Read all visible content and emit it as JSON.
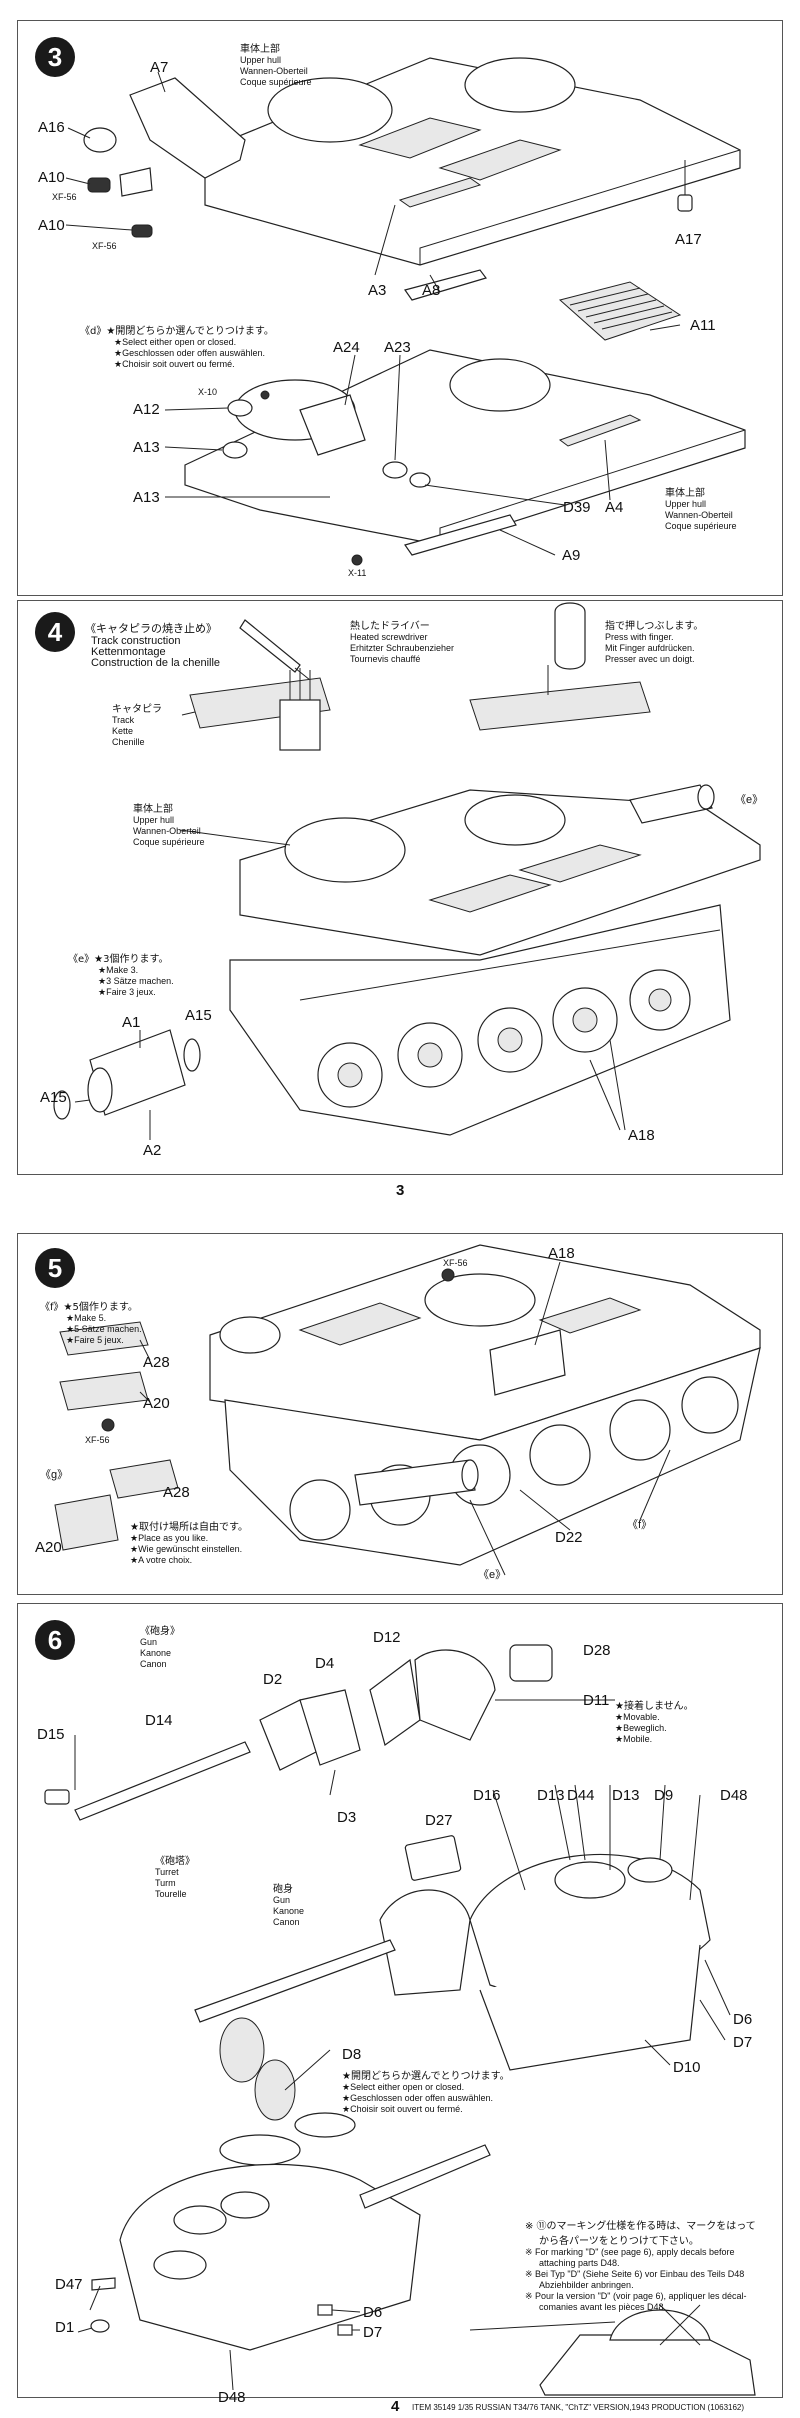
{
  "step3": {
    "number": "3",
    "hull_label": {
      "jp": "車体上部",
      "en": "Upper hull",
      "de": "Wannen-Oberteil",
      "fr": "Coque supérieure"
    },
    "hull_label2": {
      "jp": "車体上部",
      "en": "Upper hull",
      "de": "Wannen-Oberteil",
      "fr": "Coque supérieure"
    },
    "parts": {
      "a7": "A7",
      "a16": "A16",
      "a10a": "A10",
      "a10b": "A10",
      "a17": "A17",
      "a3": "A3",
      "a8": "A8",
      "a11": "A11",
      "a24": "A24",
      "a23": "A23",
      "a12": "A12",
      "a13a": "A13",
      "a13b": "A13",
      "d39": "D39",
      "a4": "A4",
      "a9": "A9"
    },
    "paints": {
      "p1": "XF-56",
      "p2": "XF-56",
      "p3": "X-10",
      "p4": "X-11"
    },
    "note_d": {
      "marker": "《d》",
      "jp": "★開閉どちらか選んでとりつけます。",
      "en": "★Select either open or closed.",
      "de": "★Geschlossen oder offen auswählen.",
      "fr": "★Choisir soit ouvert ou fermé."
    }
  },
  "step4": {
    "number": "4",
    "title": {
      "jp": "《キャタピラの焼き止め》",
      "en": "Track construction",
      "de": "Kettenmontage",
      "fr": "Construction de la chenille"
    },
    "screwdriver": {
      "jp": "熱したドライバー",
      "en": "Heated screwdriver",
      "de": "Erhitzter Schraubenzieher",
      "fr": "Tournevis chauffé"
    },
    "finger": {
      "jp": "指で押しつぶします。",
      "en": "Press with finger.",
      "de": "Mit Finger aufdrücken.",
      "fr": "Presser avec un doigt."
    },
    "track": {
      "jp": "キャタピラ",
      "en": "Track",
      "de": "Kette",
      "fr": "Chenille"
    },
    "hull": {
      "jp": "車体上部",
      "en": "Upper hull",
      "de": "Wannen-Oberteil",
      "fr": "Coque supérieure"
    },
    "make3": {
      "marker": "《e》",
      "jp": "★3個作ります。",
      "en": "★Make 3.",
      "de": "★3 Sätze machen.",
      "fr": "★Faire 3 jeux."
    },
    "e_marker": "《e》",
    "parts": {
      "a1": "A1",
      "a15a": "A15",
      "a15b": "A15",
      "a2": "A2",
      "a18": "A18"
    }
  },
  "page3": "3",
  "step5": {
    "number": "5",
    "make5": {
      "marker": "《f》",
      "jp": "★5個作ります。",
      "en": "★Make 5.",
      "de": "★5 Sätze machen.",
      "fr": "★Faire 5 jeux."
    },
    "place": {
      "marker": "《g》",
      "jp": "★取付け場所は自由です。",
      "en": "★Place as you like.",
      "de": "★Wie gewünscht einstellen.",
      "fr": "★A votre choix."
    },
    "parts": {
      "a18": "A18",
      "a28a": "A28",
      "a20a": "A20",
      "a28b": "A28",
      "a20b": "A20",
      "d22": "D22"
    },
    "paints": {
      "p1": "XF-56",
      "p2": "XF-56"
    },
    "markers": {
      "f": "《f》",
      "e": "《e》"
    }
  },
  "step6": {
    "number": "6",
    "gun": {
      "jp": "《砲身》",
      "en": "Gun",
      "de": "Kanone",
      "fr": "Canon"
    },
    "turret": {
      "jp": "《砲塔》",
      "en": "Turret",
      "de": "Turm",
      "fr": "Tourelle"
    },
    "gun2": {
      "jp": "砲身",
      "en": "Gun",
      "de": "Kanone",
      "fr": "Canon"
    },
    "movable": {
      "jp": "★接着しません。",
      "en": "★Movable.",
      "de": "★Beweglich.",
      "fr": "★Mobile."
    },
    "openclosed": {
      "jp": "★開閉どちらか選んでとりつけます。",
      "en": "★Select either open or closed.",
      "de": "★Geschlossen oder offen auswählen.",
      "fr": "★Choisir soit ouvert ou fermé."
    },
    "marking_note": {
      "l1": "※ ⑪のマーキング仕様を作る時は、マークをはって",
      "l2": "から各パーツをとりつけて下さい。",
      "l3": "※ For marking \"D\" (see page 6), apply decals before",
      "l4": "attaching parts D48.",
      "l5": "※ Bei Typ \"D\" (Siehe Seite 6) vor Einbau des Teils D48",
      "l6": "Abziehbilder anbringen.",
      "l7": "※ Pour la version \"D\" (voir page 6), appliquer les décal-",
      "l8": "comanies avant les pièces D48."
    },
    "parts": {
      "d12": "D12",
      "d28": "D28",
      "d2": "D2",
      "d4": "D4",
      "d14": "D14",
      "d11": "D11",
      "d15": "D15",
      "d3": "D3",
      "d16": "D16",
      "d13a": "D13",
      "d44": "D44",
      "d13b": "D13",
      "d9": "D9",
      "d48a": "D48",
      "d27": "D27",
      "d6a": "D6",
      "d7a": "D7",
      "d10": "D10",
      "d8": "D8",
      "d47": "D47",
      "d1": "D1",
      "d6b": "D6",
      "d7b": "D7",
      "d48b": "D48"
    }
  },
  "footer": {
    "page": "4",
    "item": "ITEM 35149 1/35 RUSSIAN T34/76 TANK, \"ChTZ\" VERSION,1943 PRODUCTION (1063162)"
  }
}
